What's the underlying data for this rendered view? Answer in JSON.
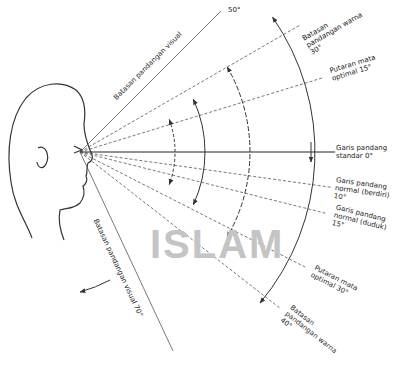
{
  "diagram": {
    "labels": [
      "Batasan pandangan visual",
      "50°",
      "Batasan pandangan warna 30°",
      "Putaran mata optimal 15°",
      "Garis pandang standar 0°",
      "Garis pandang normal (berdiri) 10°",
      "Garis pandang normal (duduk) 15°",
      "Putaran mata optimal 30°",
      "Batasan pandangan warna 40°",
      "Batasan pandangan visual 70°",
      "ISLAM"
    ]
  }
}
